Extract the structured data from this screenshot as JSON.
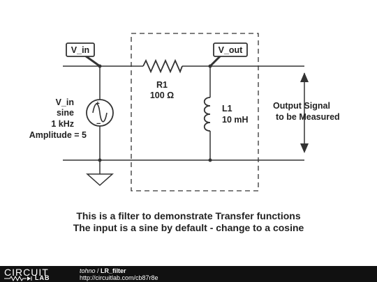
{
  "diagram": {
    "labels": {
      "vin_tag": "V_in",
      "vout_tag": "V_out",
      "r1_name": "R1",
      "r1_value": "100 Ω",
      "l1_name": "L1",
      "l1_value": "10 mH",
      "source_name": "V_in",
      "source_type": "sine",
      "source_freq": "1 kHz",
      "source_amp": "Amplitude = 5",
      "output_line1": "Output Signal",
      "output_line2": "to be Measured"
    },
    "caption_line1": "This is a filter to demonstrate Transfer functions",
    "caption_line2": "The input is a sine by default - change to a cosine",
    "colors": {
      "wire": "#333333",
      "text": "#222222",
      "footer": "#111111"
    }
  },
  "footer": {
    "logo_top": "CIRCUIT",
    "logo_bottom": "LAB",
    "author": "tohno",
    "separator": " / ",
    "circuit_name": "LR_filter",
    "url": "http://circuitlab.com/cb87r8e"
  }
}
